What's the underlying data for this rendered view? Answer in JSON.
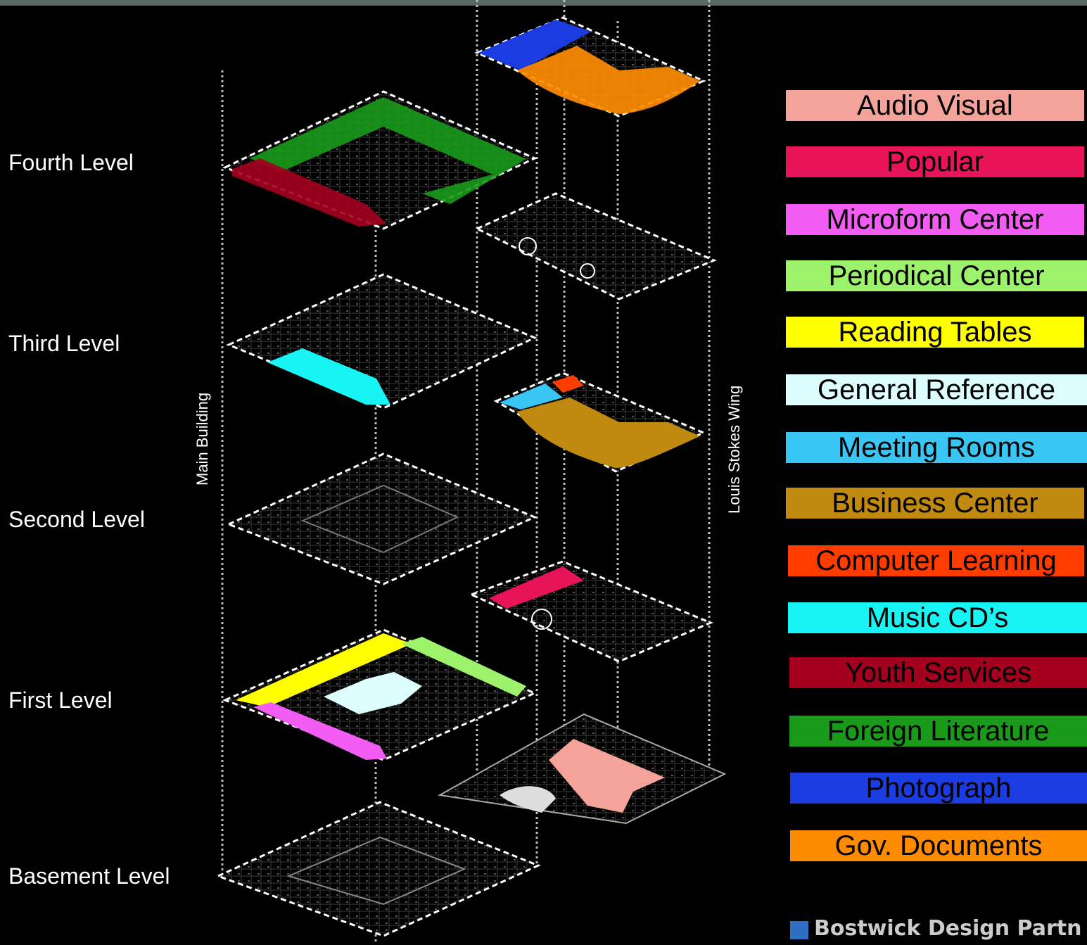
{
  "levels": {
    "fourth": "Fourth Level",
    "third": "Third Level",
    "second": "Second Level",
    "first": "First Level",
    "basement": "Basement Level"
  },
  "buildings": {
    "main": "Main Building",
    "wing": "Louis Stokes Wing"
  },
  "legend": [
    {
      "label": "Audio Visual",
      "color": "#f4a39a"
    },
    {
      "label": "Popular",
      "color": "#e8145a"
    },
    {
      "label": "Microform Center",
      "color": "#f25cf2"
    },
    {
      "label": "Periodical Center",
      "color": "#9cf26a"
    },
    {
      "label": "Reading Tables",
      "color": "#ffff00"
    },
    {
      "label": "General Reference",
      "color": "#dcfefe"
    },
    {
      "label": "Meeting Rooms",
      "color": "#3ac6f4"
    },
    {
      "label": "Business Center",
      "color": "#c08a10"
    },
    {
      "label": "Computer Learning",
      "color": "#ff3c00"
    },
    {
      "label": "Music CD’s",
      "color": "#18f4f4"
    },
    {
      "label": "Youth Services",
      "color": "#a3001e"
    },
    {
      "label": "Foreign Literature",
      "color": "#1a9a1a"
    },
    {
      "label": "Photograph",
      "color": "#1a3ce0"
    },
    {
      "label": "Gov. Documents",
      "color": "#ff8c00"
    }
  ],
  "logo": {
    "text": "Bostwick Design Partn"
  }
}
